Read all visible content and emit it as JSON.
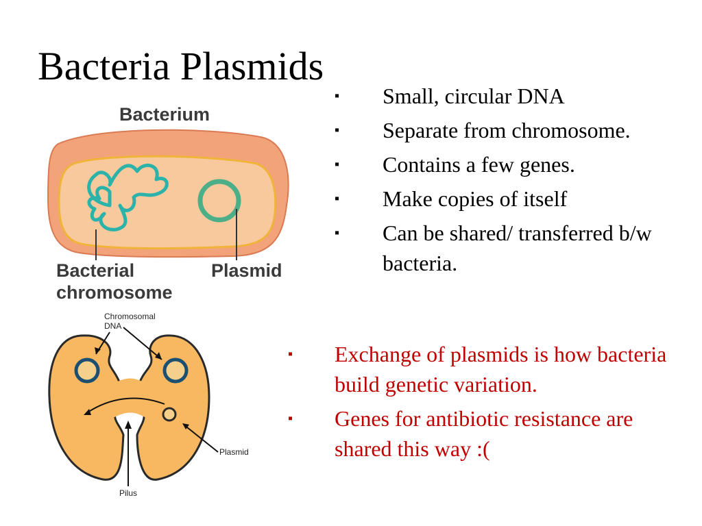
{
  "slide": {
    "title": "Bacteria Plasmids",
    "bullet_marker": "▪",
    "bullets": [
      "Small, circular DNA",
      "Separate from chromosome.",
      "Contains a few genes.",
      "Make copies of itself",
      "Can be shared/ transferred b/w bacteria."
    ],
    "red_bullets": [
      "Exchange of plasmids is how bacteria build genetic variation.",
      "Genes for antibiotic resistance are shared this way :("
    ],
    "accent_color": "#c00000"
  },
  "diagram_top": {
    "title": "Bacterium",
    "chromosome_label_line1": "Bacterial",
    "chromosome_label_line2": "chromosome",
    "plasmid_label": "Plasmid"
  },
  "diagram_bottom": {
    "chromosomal_label_line1": "Chromosomal",
    "chromosomal_label_line2": "DNA",
    "plasmid_label": "Plasmid",
    "pilus_label": "Pilus"
  }
}
